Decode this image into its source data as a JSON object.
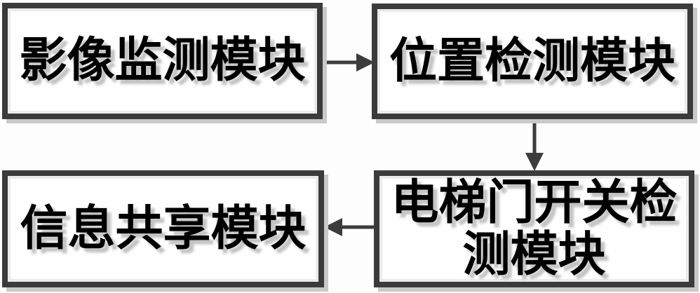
{
  "diagram": {
    "background_color": "#ffffff",
    "box_border_color": "#3b3b3b",
    "box_fill_color": "#fefefe",
    "box_shadow_color": "#c9c9c9",
    "text_color": "#000000",
    "text_shadow_color": "#c3c3c3",
    "arrow_color": "#3c3c3c",
    "nodes": [
      {
        "id": "image-monitoring-module",
        "label": "影像监测模块"
      },
      {
        "id": "position-detection-module",
        "label": "位置检测模块"
      },
      {
        "id": "elevator-door-switch-detection-module",
        "label": "电梯门开关检测模块"
      },
      {
        "id": "information-sharing-module",
        "label": "信息共享模块"
      }
    ],
    "edges": [
      {
        "from": "image-monitoring-module",
        "to": "position-detection-module",
        "direction": "right"
      },
      {
        "from": "position-detection-module",
        "to": "elevator-door-switch-detection-module",
        "direction": "down"
      },
      {
        "from": "elevator-door-switch-detection-module",
        "to": "information-sharing-module",
        "direction": "left"
      }
    ]
  }
}
